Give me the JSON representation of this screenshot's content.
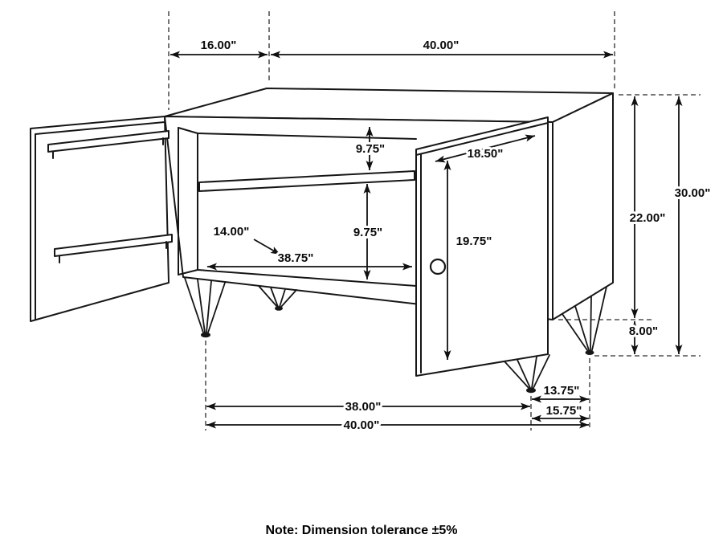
{
  "diagram": {
    "title_note": "Note: Dimension tolerance ±5%",
    "labels": {
      "top_depth": "16.00\"",
      "top_width": "40.00\"",
      "upper_shelf_gap": "9.75\"",
      "door_width": "18.50\"",
      "overall_height": "30.00\"",
      "body_height": "22.00\"",
      "door_height": "19.75\"",
      "interior_depth": "14.00\"",
      "lower_shelf_gap": "9.75\"",
      "interior_width": "38.75\"",
      "leg_height": "8.00\"",
      "leg_span_side": "13.75\"",
      "front_leg_span": "38.00\"",
      "base_width": "40.00\"",
      "base_depth": "15.75\""
    },
    "colors": {
      "line": "#161616",
      "dimension_line": "#101010",
      "extension_line": "#2b2b2b",
      "background": "#ffffff",
      "text": "#0a0a0a"
    }
  }
}
